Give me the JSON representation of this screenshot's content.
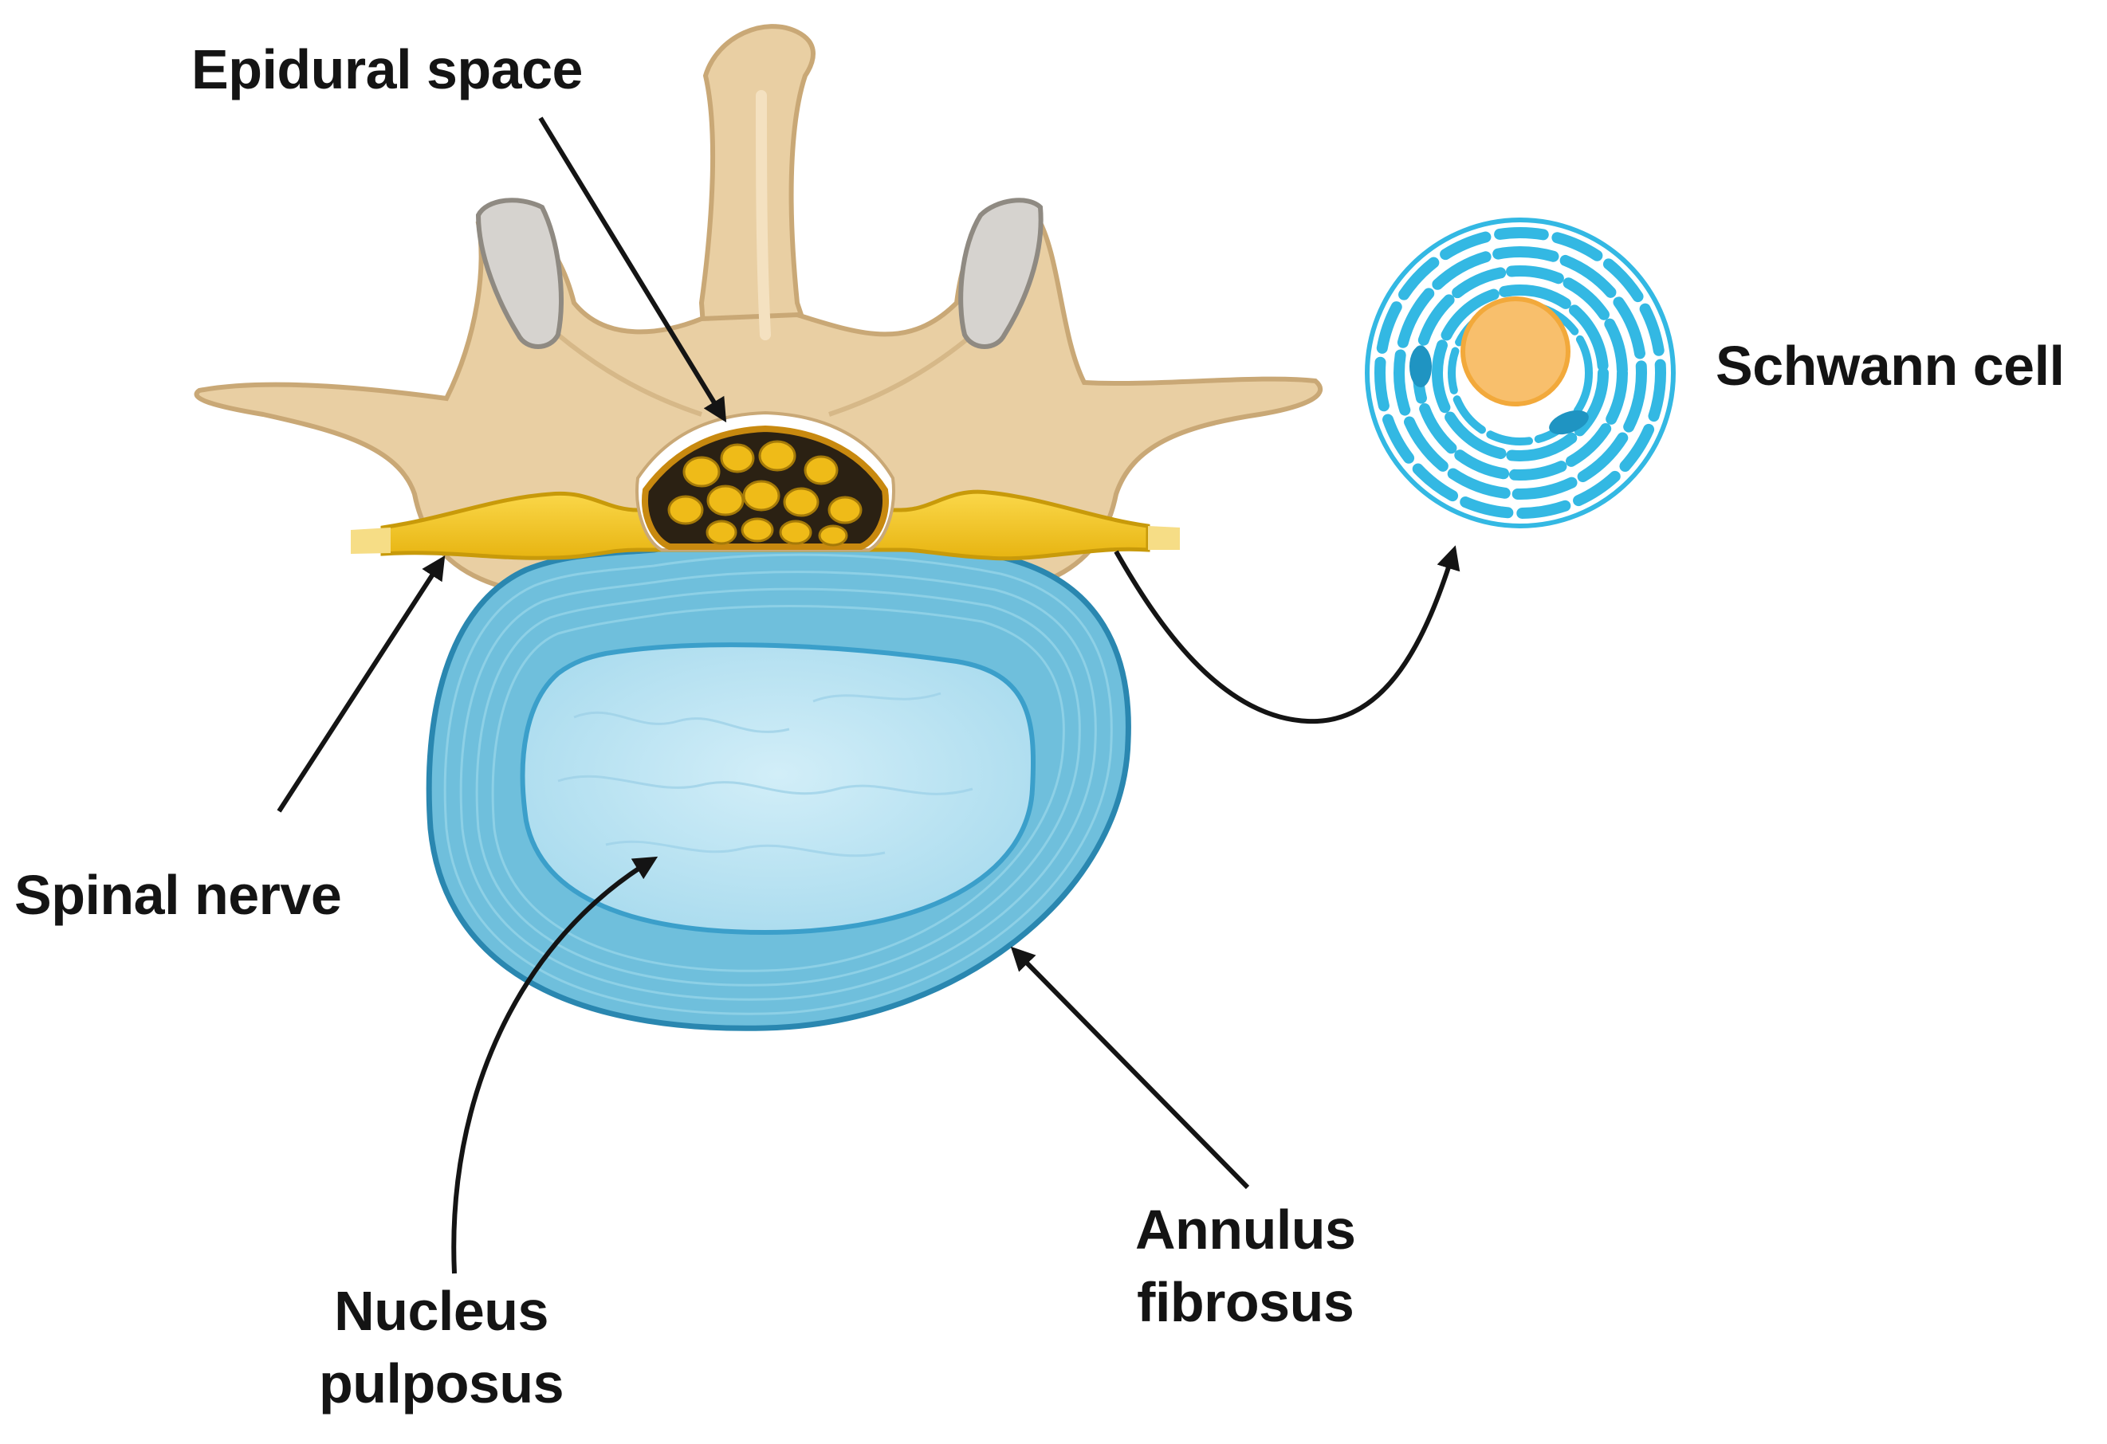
{
  "labels": {
    "epidural_space": "Epidural space",
    "schwann_cell": "Schwann cell",
    "spinal_nerve": "Spinal nerve",
    "annulus_fibrosus": [
      "Annulus",
      "fibrosus"
    ],
    "nucleus_pulposus": [
      "Nucleus",
      "pulposus"
    ]
  },
  "colors": {
    "bone": "#e9cfa3",
    "bone_outline": "#c9a876",
    "facet": "#d6d3cf",
    "nerve": "#f2c21b",
    "nerve_outline": "#c89a0a",
    "canal": "#2b2113",
    "annulus": "#6fbfdc",
    "annulus_outline": "#2a87b0",
    "nucleus": "#bde3f1",
    "schwann": "#33b8e3",
    "schwann_nucleus": "#f8bf6c",
    "arrow": "#141414"
  }
}
